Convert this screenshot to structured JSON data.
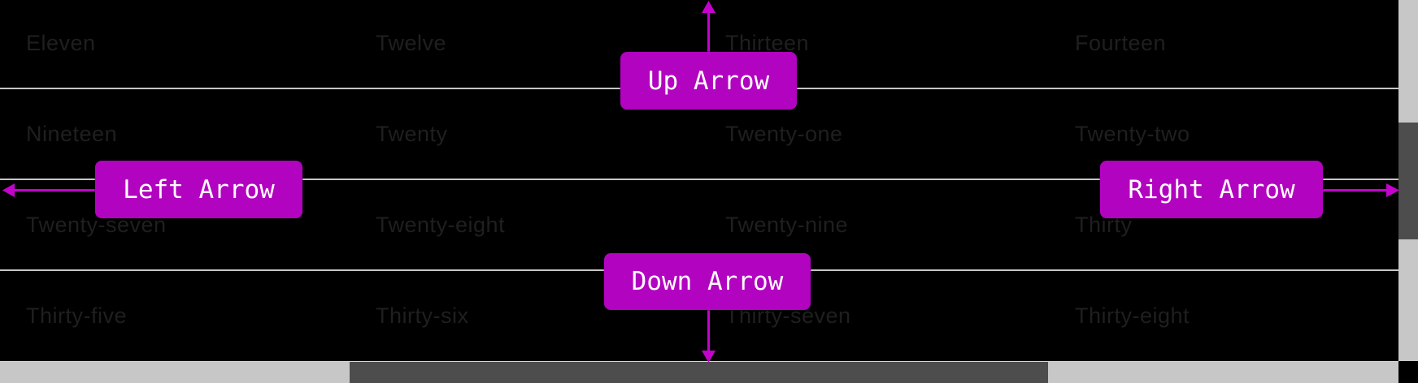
{
  "grid": {
    "rows": [
      [
        "Eleven",
        "Twelve",
        "Thirteen",
        "Fourteen"
      ],
      [
        "Nineteen",
        "Twenty",
        "Twenty-one",
        "Twenty-two"
      ],
      [
        "Twenty-seven",
        "Twenty-eight",
        "Twenty-nine",
        "Thirty"
      ],
      [
        "Thirty-five",
        "Thirty-six",
        "Thirty-seven",
        "Thirty-eight"
      ]
    ]
  },
  "annotations": {
    "up_label": "Up Arrow",
    "left_label": "Left Arrow",
    "right_label": "Right Arrow",
    "down_label": "Down Arrow"
  },
  "colors": {
    "background": "#000000",
    "cell_text": "#1f1f1f",
    "row_separator": "#c6c6c6",
    "annotation_button": "#b203c0",
    "annotation_arrow": "#c303cc",
    "annotation_text": "#ffffff",
    "scrollbar_track": "#c7c7c7",
    "scrollbar_thumb": "#4d4d4d"
  }
}
